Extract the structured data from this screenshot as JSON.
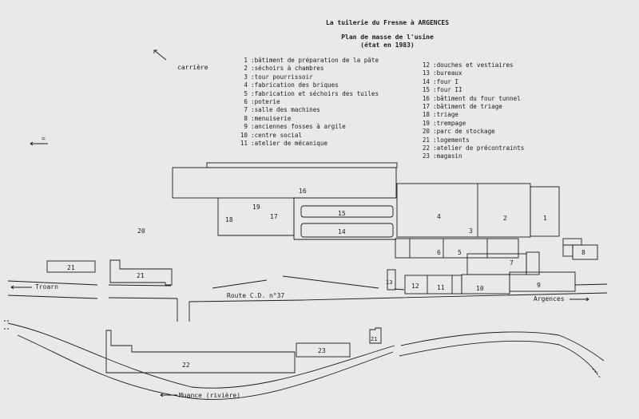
{
  "title": {
    "line1": "La tuilerie du Fresne à ARGENCES",
    "line2": "Plan de masse de l'usine",
    "line3": "(état en 1983)"
  },
  "legend_left": [
    {
      "num": "1",
      "text": "bâtiment de préparation de la pâte"
    },
    {
      "num": "2",
      "text": "séchoirs à chambres"
    },
    {
      "num": "3",
      "text": "tour pourrissoir"
    },
    {
      "num": "4",
      "text": "fabrication des briques"
    },
    {
      "num": "5",
      "text": "fabrication et séchoirs des tuiles"
    },
    {
      "num": "6",
      "text": "poterie"
    },
    {
      "num": "7",
      "text": "salle des machines"
    },
    {
      "num": "8",
      "text": "menuiserie"
    },
    {
      "num": "9",
      "text": "anciennes fosses à argile"
    },
    {
      "num": "10",
      "text": "centre social"
    },
    {
      "num": "11",
      "text": "atelier de mécanique"
    }
  ],
  "legend_right": [
    {
      "num": "12",
      "text": "douches et vestiaires"
    },
    {
      "num": "13",
      "text": "bureaux"
    },
    {
      "num": "14",
      "text": "four I"
    },
    {
      "num": "15",
      "text": "four II"
    },
    {
      "num": "16",
      "text": "bâtiment du four tunnel"
    },
    {
      "num": "17",
      "text": "bâtiment de triage"
    },
    {
      "num": "18",
      "text": "triage"
    },
    {
      "num": "19",
      "text": "trempage"
    },
    {
      "num": "20",
      "text": "parc de stockage"
    },
    {
      "num": "21",
      "text": "logements"
    },
    {
      "num": "22",
      "text": "atelier de précontraints"
    },
    {
      "num": "23",
      "text": "magasin"
    }
  ],
  "labels": {
    "carriere": "carrière",
    "north": "=",
    "troarn": "Troarn",
    "route": "Route C.D. n°37",
    "argences": "Argences",
    "riviere": "Muance (rivière)"
  },
  "buildings": {
    "b1": "1",
    "b2": "2",
    "b3": "3",
    "b4": "4",
    "b5": "5",
    "b6": "6",
    "b7": "7",
    "b8": "8",
    "b9": "9",
    "b10": "10",
    "b11": "11",
    "b12": "12",
    "b13": "13",
    "b14": "14",
    "b15": "15",
    "b16": "16",
    "b17": "17",
    "b18": "18",
    "b19": "19",
    "b20": "20",
    "b21a": "21",
    "b21b": "21",
    "b21c": "21",
    "b22": "22",
    "b23": "23"
  }
}
